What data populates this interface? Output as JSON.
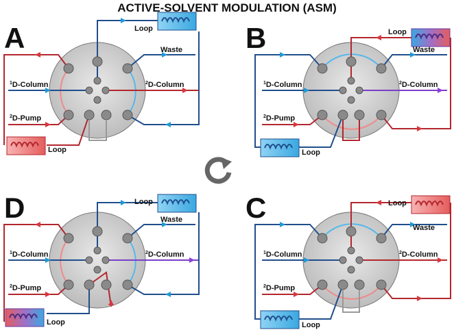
{
  "title": "ACTIVE-SOLVENT MODULATION (ASM)",
  "panels": [
    {
      "letter": "A",
      "loop_top": "Loop",
      "waste": "Waste",
      "d1_col": "D-Column",
      "d1_sup": "1",
      "d2_col": "D-Column",
      "d2_sup": "2",
      "d2_pump": "D-Pump",
      "d2p_sup": "2",
      "loop_bottom": "Loop"
    },
    {
      "letter": "B",
      "loop_top": "Loop",
      "waste": "Waste",
      "d1_col": "D-Column",
      "d1_sup": "1",
      "d2_col": "D-Column",
      "d2_sup": "2",
      "d2_pump": "D-Pump",
      "d2p_sup": "2",
      "loop_bottom": "Loop"
    },
    {
      "letter": "D",
      "loop_top": "Loop",
      "waste": "Waste",
      "d1_col": "D-Column",
      "d1_sup": "1",
      "d2_col": "D-Column",
      "d2_sup": "2",
      "d2_pump": "D-Pump",
      "d2p_sup": "2",
      "loop_bottom": "Loop"
    },
    {
      "letter": "C",
      "loop_top": "Loop",
      "waste": "Waste",
      "d1_col": "D-Column",
      "d1_sup": "1",
      "d2_col": "D-Column",
      "d2_sup": "2",
      "d2_pump": "D-Pump",
      "d2p_sup": "2",
      "loop_bottom": "Loop"
    }
  ],
  "colors": {
    "blue": "#1f4e8c",
    "red": "#b3262d",
    "light_blue": "#58b8e8",
    "light_red": "#f08a8a",
    "purple": "#7a3ec8",
    "valve": "#d6d6d6"
  },
  "center_icon": "cycle-arrow-icon"
}
